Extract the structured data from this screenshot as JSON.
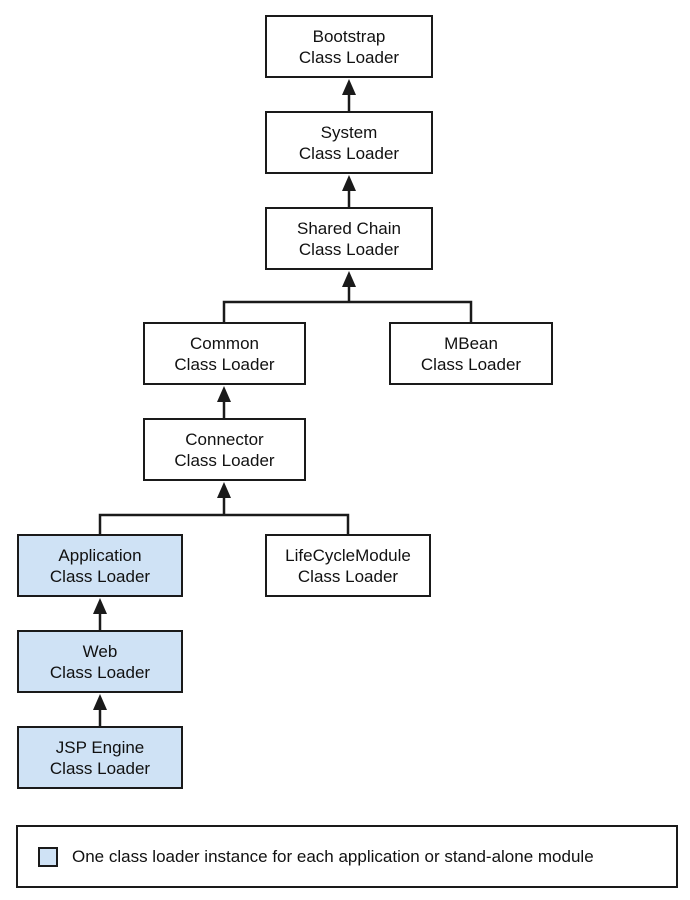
{
  "nodes": {
    "bootstrap": {
      "line1": "Bootstrap",
      "line2": "Class Loader"
    },
    "system": {
      "line1": "System",
      "line2": "Class Loader"
    },
    "shared": {
      "line1": "Shared Chain",
      "line2": "Class Loader"
    },
    "common": {
      "line1": "Common",
      "line2": "Class Loader"
    },
    "mbean": {
      "line1": "MBean",
      "line2": "Class Loader"
    },
    "connector": {
      "line1": "Connector",
      "line2": "Class Loader"
    },
    "application": {
      "line1": "Application",
      "line2": "Class Loader"
    },
    "lifecycle": {
      "line1": "LifeCycleModule",
      "line2": "Class Loader"
    },
    "web": {
      "line1": "Web",
      "line2": "Class Loader"
    },
    "jsp": {
      "line1": "JSP Engine",
      "line2": "Class Loader"
    }
  },
  "edges": [
    {
      "from": "system",
      "to": "bootstrap"
    },
    {
      "from": "shared",
      "to": "system"
    },
    {
      "from": "common",
      "to": "shared"
    },
    {
      "from": "mbean",
      "to": "shared"
    },
    {
      "from": "connector",
      "to": "common"
    },
    {
      "from": "application",
      "to": "connector"
    },
    {
      "from": "lifecycle",
      "to": "connector"
    },
    {
      "from": "web",
      "to": "application"
    },
    {
      "from": "jsp",
      "to": "web"
    }
  ],
  "legend": {
    "text": "One class loader instance for each application or stand-alone module",
    "swatch_color": "#cfe2f5"
  },
  "colors": {
    "per_app_fill": "#cfe2f5",
    "line": "#1a1a1a"
  }
}
